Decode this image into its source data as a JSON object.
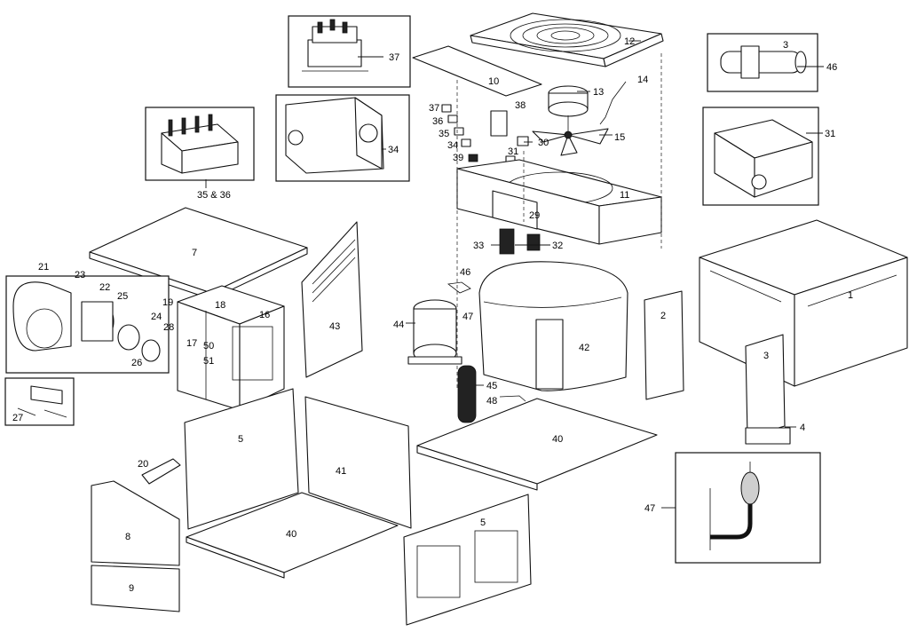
{
  "labels": [
    {
      "text": "1"
    },
    {
      "text": "2"
    },
    {
      "text": "3"
    },
    {
      "text": "3"
    },
    {
      "text": "4"
    },
    {
      "text": "5"
    },
    {
      "text": "5"
    },
    {
      "text": "7"
    },
    {
      "text": "8"
    },
    {
      "text": "9"
    },
    {
      "text": "10"
    },
    {
      "text": "11"
    },
    {
      "text": "12"
    },
    {
      "text": "13"
    },
    {
      "text": "14"
    },
    {
      "text": "15"
    },
    {
      "text": "16"
    },
    {
      "text": "17"
    },
    {
      "text": "18"
    },
    {
      "text": "19"
    },
    {
      "text": "20"
    },
    {
      "text": "21"
    },
    {
      "text": "22"
    },
    {
      "text": "23"
    },
    {
      "text": "24"
    },
    {
      "text": "25"
    },
    {
      "text": "26"
    },
    {
      "text": "27"
    },
    {
      "text": "28"
    },
    {
      "text": "29"
    },
    {
      "text": "30"
    },
    {
      "text": "31"
    },
    {
      "text": "31"
    },
    {
      "text": "32"
    },
    {
      "text": "33"
    },
    {
      "text": "34"
    },
    {
      "text": "34"
    },
    {
      "text": "35"
    },
    {
      "text": "35 & 36"
    },
    {
      "text": "36"
    },
    {
      "text": "37"
    },
    {
      "text": "37"
    },
    {
      "text": "38"
    },
    {
      "text": "39"
    },
    {
      "text": "40"
    },
    {
      "text": "40"
    },
    {
      "text": "41"
    },
    {
      "text": "42"
    },
    {
      "text": "43"
    },
    {
      "text": "44"
    },
    {
      "text": "45"
    },
    {
      "text": "46"
    },
    {
      "text": "46"
    },
    {
      "text": "47"
    },
    {
      "text": "47"
    },
    {
      "text": "48"
    },
    {
      "text": "50"
    },
    {
      "text": "51"
    }
  ]
}
